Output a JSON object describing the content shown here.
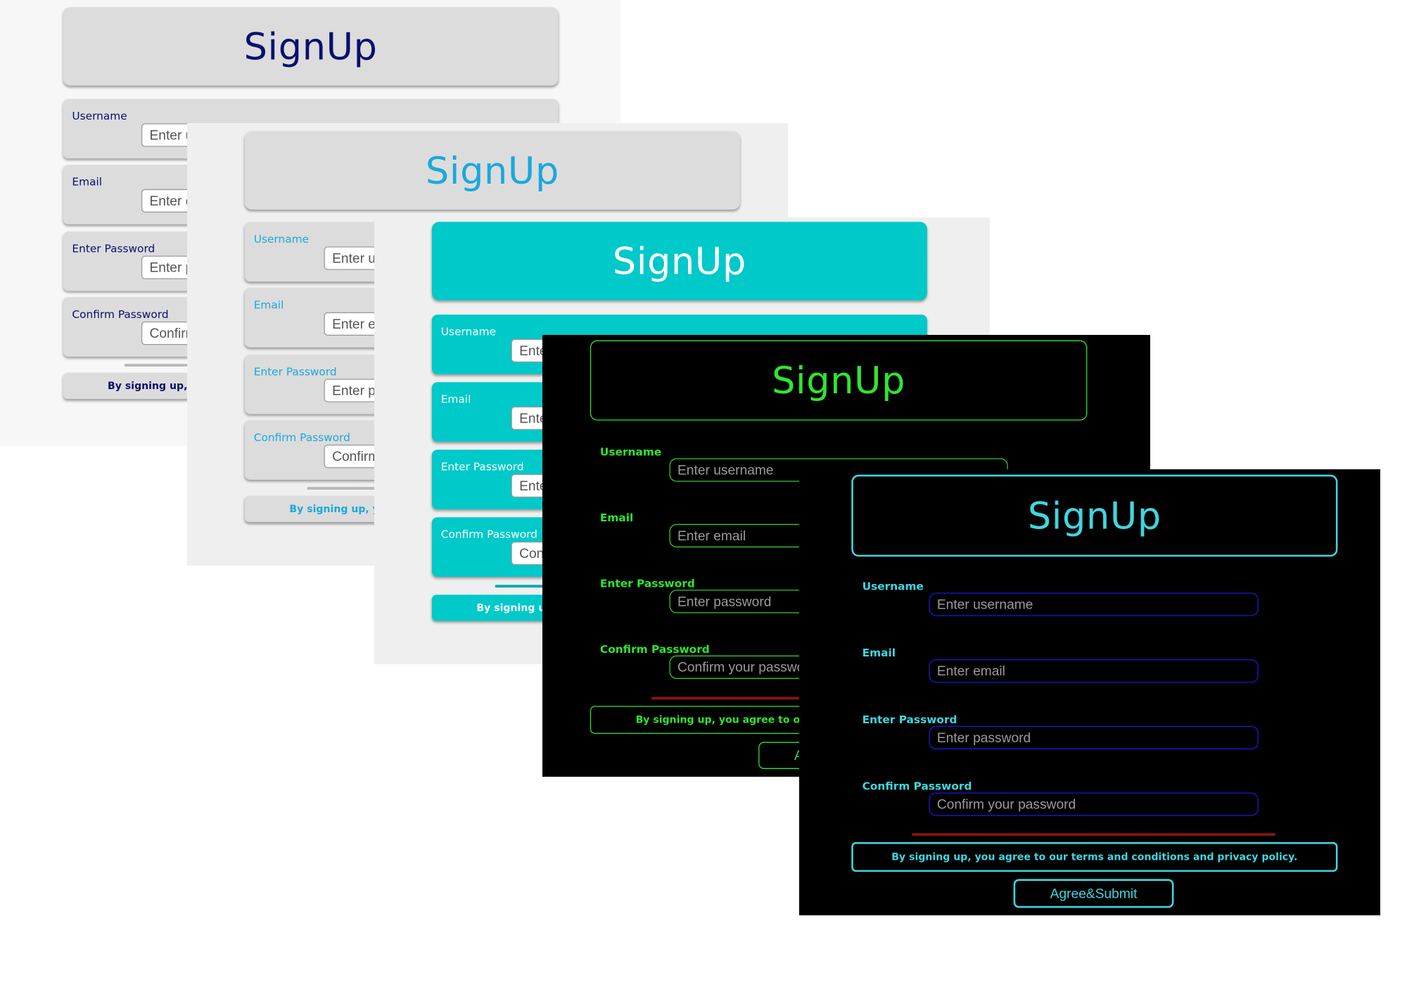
{
  "forms": [
    {
      "id": "gray",
      "theme": {
        "bg": "#f7f7f7",
        "panel": "#dcdcdc",
        "title": "#0a0f6e",
        "label": "#0a0f6e",
        "input_bg": "#ffffff",
        "input_border": "#9a9a9a",
        "placeholder": "#555555",
        "rule": "#b8b8b8"
      },
      "title": "SignUp",
      "fields": [
        {
          "label": "Username",
          "placeholder": "Enter username"
        },
        {
          "label": "Email",
          "placeholder": "Enter email"
        },
        {
          "label": "Enter Password",
          "placeholder": "Enter password"
        },
        {
          "label": "Confirm Password",
          "placeholder": "Confirm your password"
        }
      ],
      "terms": "By signing up, you agree to our terms and conditions and privacy policy."
    },
    {
      "id": "skyblue",
      "theme": {
        "bg": "#efefef",
        "panel": "#dcdcdc",
        "title": "#1aa8dc",
        "label": "#1aa8dc",
        "input_bg": "#ffffff",
        "input_border": "#9a9a9a",
        "placeholder": "#555555",
        "rule": "#b8b8b8"
      },
      "title": "SignUp",
      "fields": [
        {
          "label": "Username",
          "placeholder": "Enter username"
        },
        {
          "label": "Email",
          "placeholder": "Enter email"
        },
        {
          "label": "Enter Password",
          "placeholder": "Enter password"
        },
        {
          "label": "Confirm Password",
          "placeholder": "Confirm your password"
        }
      ],
      "terms": "By signing up, you agree to our terms and conditions and privacy policy."
    },
    {
      "id": "teal",
      "theme": {
        "bg": "#efefef",
        "panel": "#00c9c9",
        "title": "#ffffff",
        "label": "#ffffff",
        "input_bg": "#ffffff",
        "input_border": "#9a9a9a",
        "placeholder": "#555555",
        "rule": "#00a9b0"
      },
      "title": "SignUp",
      "fields": [
        {
          "label": "Username",
          "placeholder": "Enter username"
        },
        {
          "label": "Email",
          "placeholder": "Enter email"
        },
        {
          "label": "Enter Password",
          "placeholder": "Enter password"
        },
        {
          "label": "Confirm Password",
          "placeholder": "Confirm your password"
        }
      ],
      "terms": "By signing up, you agree to our terms and conditions and privacy policy."
    },
    {
      "id": "green",
      "theme": {
        "bg": "#000000",
        "panel": "#000000",
        "border": "#2ecc2e",
        "title": "#2ee62e",
        "label": "#2ee62e",
        "input_bg": "#000000",
        "input_border": "#2ecc2e",
        "placeholder": "#9a9a9a",
        "rule": "#8a1212",
        "button_text": "#2ee62e"
      },
      "title": "SignUp",
      "fields": [
        {
          "label": "Username",
          "placeholder": "Enter username"
        },
        {
          "label": "Email",
          "placeholder": "Enter email"
        },
        {
          "label": "Enter Password",
          "placeholder": "Enter password"
        },
        {
          "label": "Confirm Password",
          "placeholder": "Confirm your password"
        }
      ],
      "terms": "By signing up, you agree to our terms and conditions and privacy policy.",
      "button": "Agree&Submit"
    },
    {
      "id": "blue",
      "theme": {
        "bg": "#000000",
        "panel": "#000000",
        "border": "#1a1adc",
        "title": "#3fd6e0",
        "label": "#3fd6e0",
        "input_bg": "#000000",
        "input_border": "#1a1adc",
        "placeholder": "#9a9a9a",
        "rule": "#8a1212",
        "button_text": "#3fd6e0"
      },
      "title": "SignUp",
      "fields": [
        {
          "label": "Username",
          "placeholder": "Enter username"
        },
        {
          "label": "Email",
          "placeholder": "Enter email"
        },
        {
          "label": "Enter Password",
          "placeholder": "Enter password"
        },
        {
          "label": "Confirm Password",
          "placeholder": "Confirm your password"
        }
      ],
      "terms": "By signing up, you agree to our terms and conditions and privacy policy.",
      "button": "Agree&Submit"
    }
  ]
}
